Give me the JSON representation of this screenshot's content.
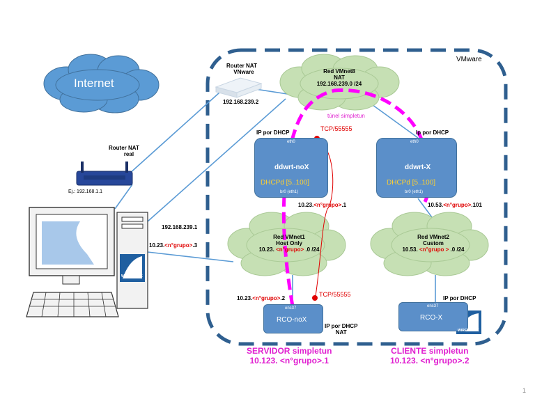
{
  "vmware_label": "VMware",
  "internet_label": "Internet",
  "router_nat_vmware": {
    "line1": "Router NAT",
    "line2": "VNware",
    "ip": "192.168.239.2"
  },
  "red_vmnet8": {
    "line1": "Red VMnet8",
    "line2": "NAT",
    "line3": "192.168.239.0 /24"
  },
  "tunel_label": "túnel simpletun",
  "tcp_top": "TCP/55555",
  "tcp_bottom": "TCP/55555",
  "ip_por_dhcp_left": "IP por DHCP",
  "ip_por_dhcp_right": "Ip por DHCP",
  "ddwrt_nox": {
    "eth": "eth0",
    "title": "ddwrt-noX",
    "dhcp": "DHCPd [5..100]",
    "br": "br0 (eth1)"
  },
  "ddwrt_x": {
    "eth": "eth0",
    "title": "ddwrt-X",
    "dhcp": "DHCPd [5..100]",
    "br": "br0 (eth1)"
  },
  "router_nat_real": {
    "line1": "Router NAT",
    "line2": "real",
    "ip": "Ej.: 192.168.1.1"
  },
  "pc_ip1": "192.168.239.1",
  "pc_ip2_prefix": "10.23.",
  "pc_ip2_grupo": "<n°grupo>",
  "pc_ip2_suffix": ".3",
  "nox_ip_prefix": "10.23.",
  "nox_ip_grupo": "<n°grupo>",
  "nox_ip_suffix": ".1",
  "x_ip_prefix": "10.53.",
  "x_ip_grupo": "<n°grupo>",
  "x_ip_suffix": ".101",
  "red_vmnet1": {
    "line1": "Red VMnet1",
    "line2": "Host Only",
    "line3_prefix": "10.23. ",
    "line3_grupo": "<n°grupo>",
    "line3_suffix": " .0 /24"
  },
  "red_vmnet2": {
    "line1": "Red VMnet2",
    "line2": "Custom",
    "line3_prefix": "10.53. ",
    "line3_grupo": "<n°grupo >",
    "line3_suffix": " .0 /24"
  },
  "rco_nox_ip_prefix": "10.23.",
  "rco_nox_ip_grupo": "<n°grupo>",
  "rco_nox_ip_suffix": ".2",
  "rco_nox": {
    "eth": "ens37",
    "title": "RCO-noX"
  },
  "rco_x": {
    "eth": "ens37",
    "title": "RCO-X"
  },
  "rco_nox_dhcp": {
    "line1": "IP por DHCP",
    "line2": "NAT"
  },
  "rco_x_dhcp": "IP por DHCP",
  "servidor": {
    "line1": "SERVIDOR simpletun",
    "line2": "10.123. <n°grupo>.1"
  },
  "cliente": {
    "line1": "CLIENTE simpletun",
    "line2": "10.123. <n°grupo>.2"
  },
  "wireshark_label": "WIRESHARK",
  "page_number": "1"
}
